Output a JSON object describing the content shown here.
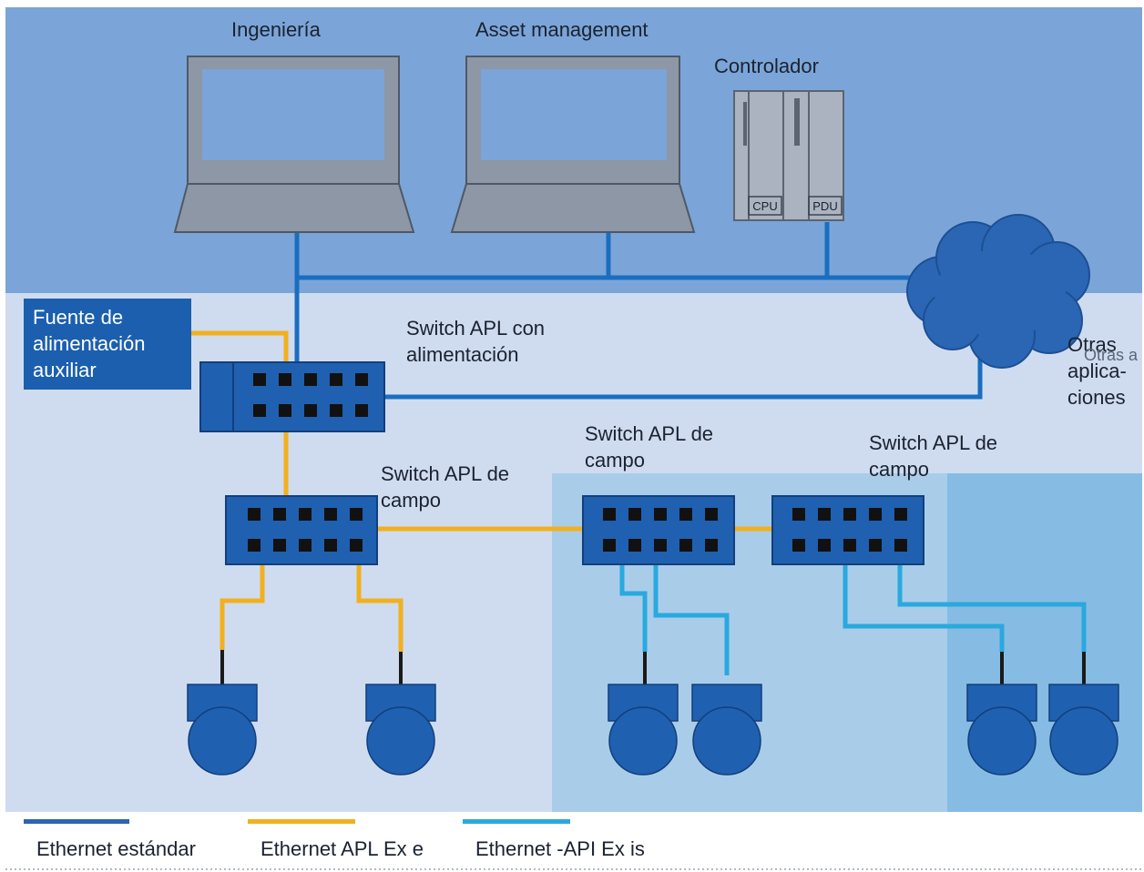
{
  "labels": {
    "engineering": "Ingeniería",
    "asset_management": "Asset management",
    "controller": "Controlador",
    "cpu": "CPU",
    "pdu": "PDU",
    "aux_power": "Fuente de\nalimentación\nauxiliar",
    "switch_powered": "Switch APL con\nalimentación",
    "switch_field_1": "Switch APL de\ncampo",
    "switch_field_2": "Switch APL de\ncampo",
    "switch_field_3": "Switch APL de\ncampo",
    "other_apps": "Otras\naplica-\nciones",
    "other_apps_overlap": "Otras a"
  },
  "legend": [
    {
      "label": "Ethernet estándar",
      "color": "#2e64b0"
    },
    {
      "label": "Ethernet APL Ex e",
      "color": "#f2b01e"
    },
    {
      "label": "Ethernet -API Ex is",
      "color": "#29a9de"
    }
  ],
  "colors": {
    "top_band": "#7ba5d8",
    "lower_band": "#cfdcf0",
    "zone1": "#a9cde9",
    "zone0": "#86bce3",
    "device_blue": "#2060b0",
    "standard_ethernet": "#1a6ec0",
    "apl_ex_e": "#f2b01e",
    "apl_ex_is": "#29a9de"
  }
}
